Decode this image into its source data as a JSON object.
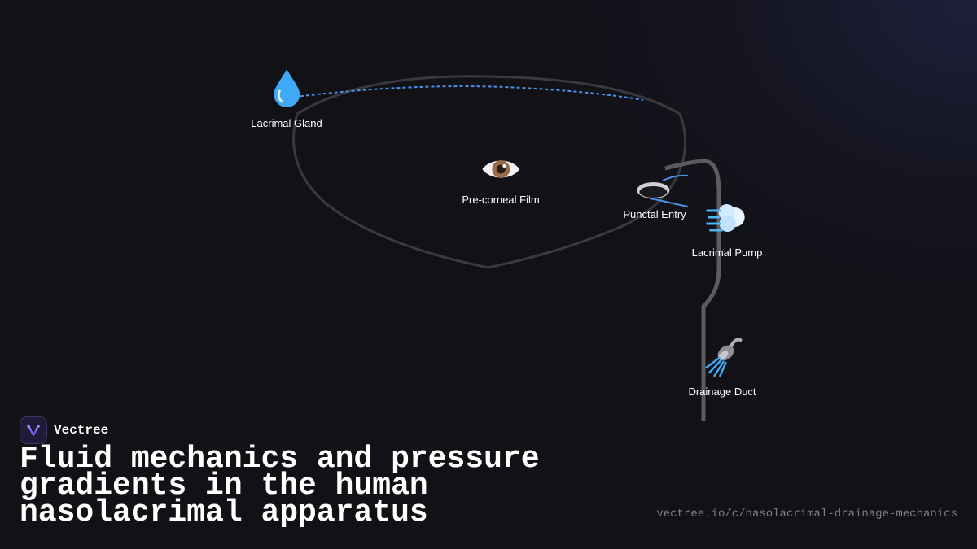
{
  "brand": {
    "name": "Vectree",
    "accent": "#8b5cf6"
  },
  "title": "Fluid mechanics and pressure gradients in the human nasolacrimal apparatus",
  "url": "vectree.io/c/nasolacrimal-drainage-mechanics",
  "colors": {
    "background": "#111116",
    "outline": "#3a3a3e",
    "duct": "#5c5c60",
    "flow": "#4a90e2",
    "text": "#ffffff",
    "muted": "#7d7d86"
  },
  "nodes": [
    {
      "id": "lacrimal-gland",
      "label": "Lacrimal Gland",
      "icon": "droplet-icon"
    },
    {
      "id": "pre-corneal-film",
      "label": "Pre-corneal Film",
      "icon": "eye-icon"
    },
    {
      "id": "punctal-entry",
      "label": "Punctal Entry",
      "icon": "punctum-opening-icon"
    },
    {
      "id": "lacrimal-pump",
      "label": "Lacrimal Pump",
      "icon": "gust-of-wind-icon"
    },
    {
      "id": "drainage-duct",
      "label": "Drainage Duct",
      "icon": "shower-icon"
    }
  ]
}
